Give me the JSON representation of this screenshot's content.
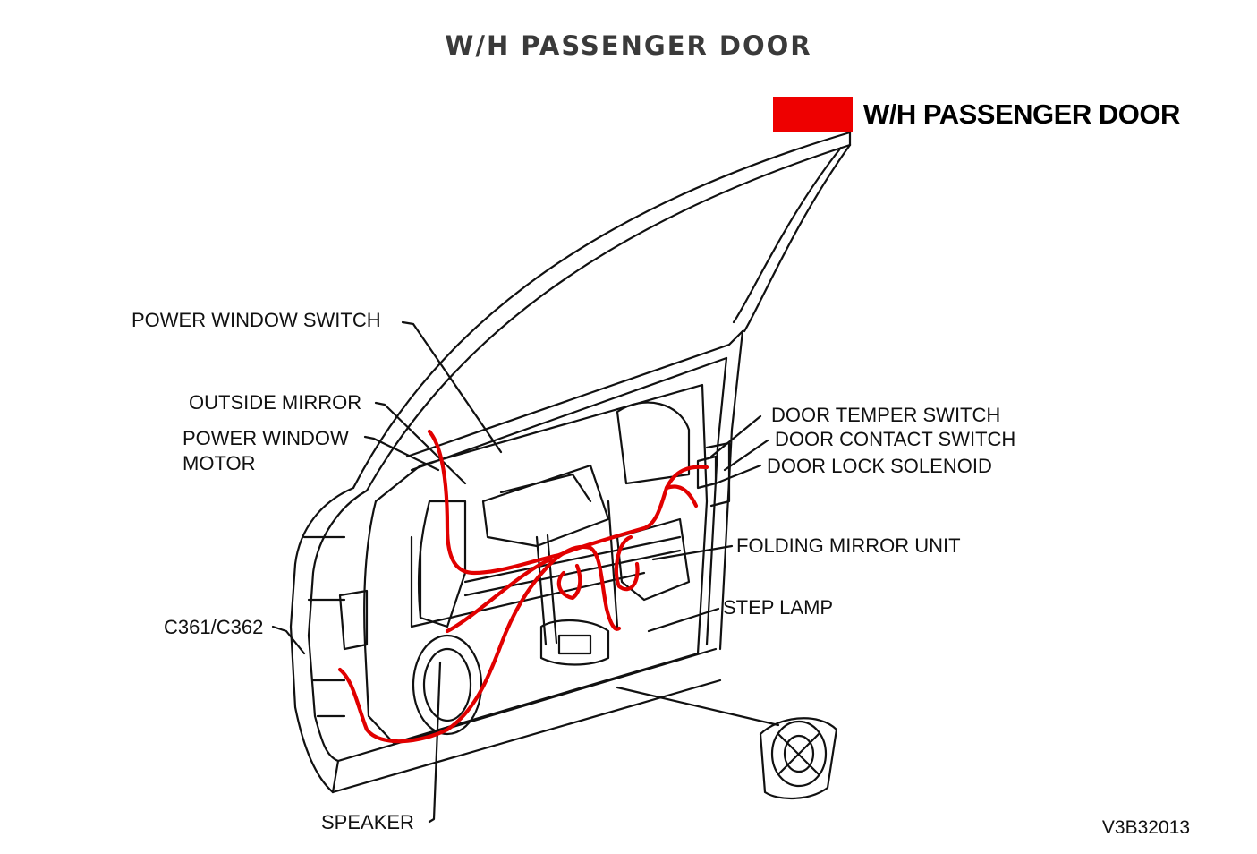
{
  "title": "W/H PASSENGER DOOR",
  "legend": {
    "swatch_color": "#ee0000",
    "label": "W/H PASSENGER DOOR"
  },
  "labels": {
    "power_window_switch": "POWER WINDOW SWITCH",
    "outside_mirror": "OUTSIDE MIRROR",
    "power_window_motor_line1": "POWER WINDOW",
    "power_window_motor_line2": "MOTOR",
    "c361_c362": "C361/C362",
    "speaker": "SPEAKER",
    "door_temper_switch": "DOOR TEMPER SWITCH",
    "door_contact_switch": "DOOR CONTACT SWITCH",
    "door_lock_solenoid": "DOOR LOCK SOLENOID",
    "folding_mirror_unit": "FOLDING MIRROR UNIT",
    "step_lamp": "STEP LAMP"
  },
  "figure_code": "V3B32013",
  "colors": {
    "harness": "#e10000",
    "line_art": "#111111"
  }
}
